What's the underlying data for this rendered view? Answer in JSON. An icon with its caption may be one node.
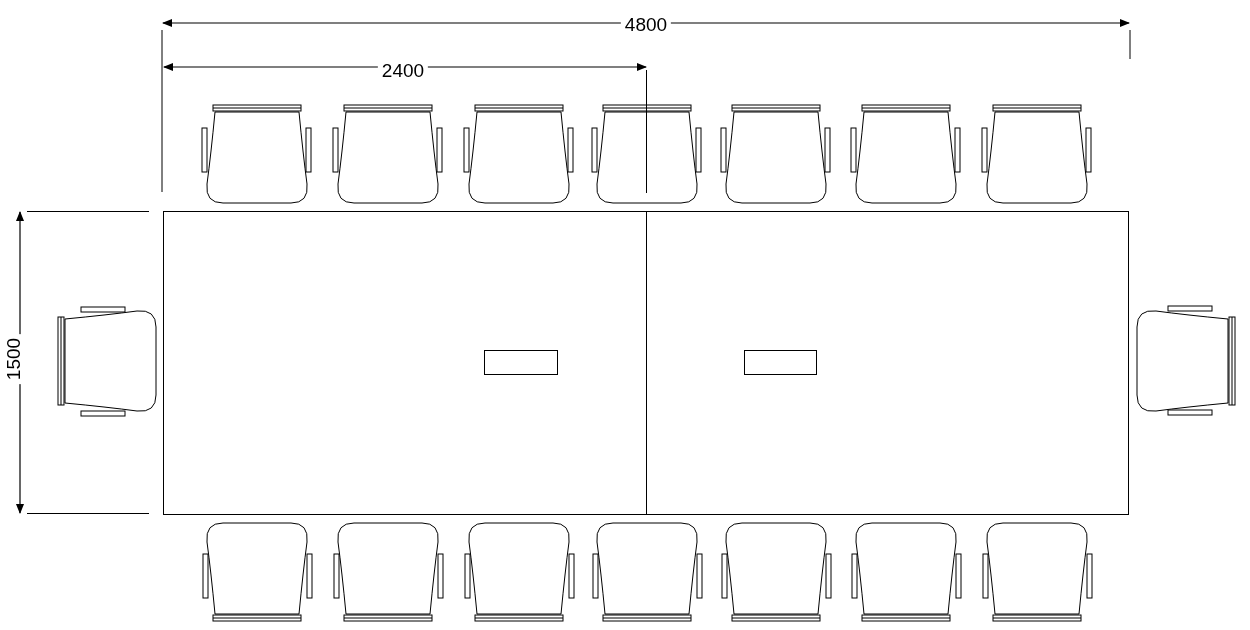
{
  "diagram": {
    "labels": [
      "4800",
      "2400",
      "1500"
    ]
  }
}
